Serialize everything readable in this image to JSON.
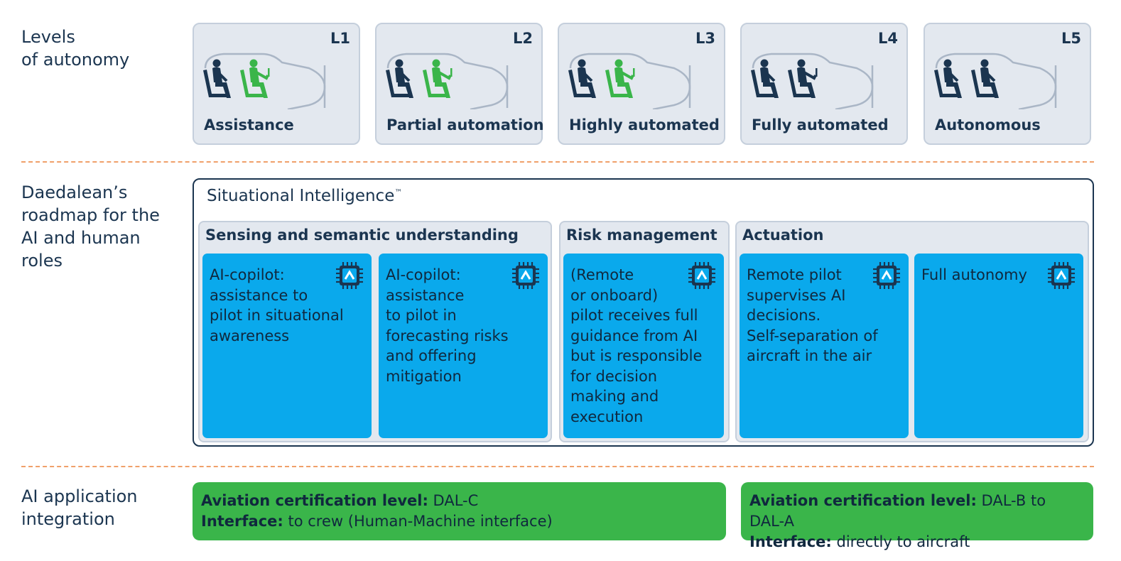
{
  "rows": {
    "levels_label": "Levels\nof autonomy",
    "roadmap_label": "Daedalean’s\nroadmap for the\nAI and human\nroles",
    "integration_label": "AI application\nintegration"
  },
  "levels": [
    {
      "code": "L1",
      "name": "Assistance"
    },
    {
      "code": "L2",
      "name": "Partial automation"
    },
    {
      "code": "L3",
      "name": "Highly automated"
    },
    {
      "code": "L4",
      "name": "Fully automated"
    },
    {
      "code": "L5",
      "name": "Autonomous"
    }
  ],
  "situational_intelligence": {
    "title": "Situational Intelligence",
    "trademark": "™",
    "groups": [
      {
        "title": "Sensing and semantic understanding",
        "cards": [
          {
            "text": "AI-copilot:\nassistance to\npilot in situational\nawareness",
            "icon": "ai-chip-icon"
          },
          {
            "text": "AI-copilot:\nassistance\nto pilot in\nforecasting risks\nand offering\nmitigation",
            "icon": "ai-chip-icon"
          }
        ]
      },
      {
        "title": "Risk management",
        "cards": [
          {
            "text": "(Remote\nor onboard)\npilot receives full\nguidance from AI\nbut is responsible\nfor decision\nmaking and\nexecution",
            "icon": "ai-chip-icon"
          }
        ]
      },
      {
        "title": "Actuation",
        "cards": [
          {
            "text": "Remote pilot\nsupervises AI\ndecisions.\nSelf-separation of\naircraft in the air",
            "icon": "ai-chip-icon"
          },
          {
            "text": "Full autonomy",
            "icon": "ai-chip-icon"
          }
        ]
      }
    ]
  },
  "certification": [
    {
      "level_label": "Aviation certification level:",
      "level_value": "DAL-C",
      "interface_label": "Interface:",
      "interface_value": "to crew (Human-Machine interface)"
    },
    {
      "level_label": "Aviation certification level:",
      "level_value": "DAL-B to DAL-A",
      "interface_label": "Interface:",
      "interface_value": "directly to aircraft"
    }
  ],
  "colors": {
    "navy": "#1b3550",
    "card_gray": "#e3e8ef",
    "ai_blue": "#0aa9ec",
    "human_green": "#3ab54a",
    "divider_orange": "#f0a06a"
  }
}
